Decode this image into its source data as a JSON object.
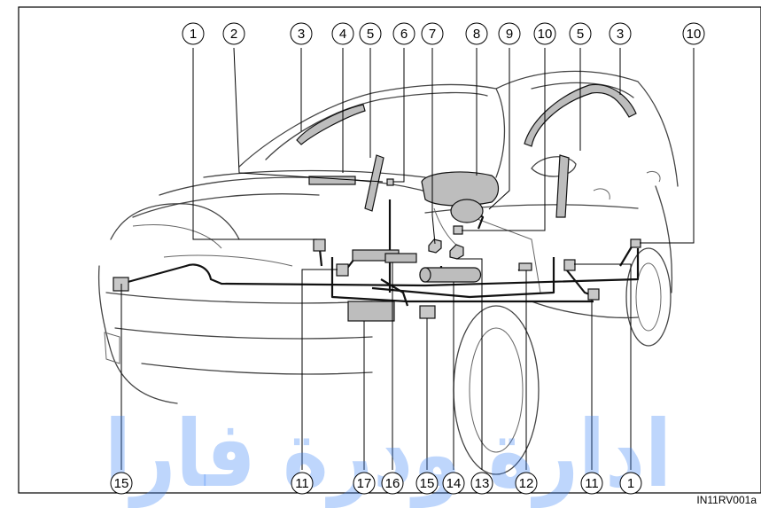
{
  "figure": {
    "reference_code": "IN11RV001a",
    "watermark_text": "ادارة ودرة فارا",
    "callouts_top": [
      "1",
      "2",
      "3",
      "4",
      "5",
      "6",
      "7",
      "8",
      "9",
      "10",
      "5",
      "3",
      "10"
    ],
    "callouts_bottom": [
      "15",
      "11",
      "17",
      "16",
      "15",
      "14",
      "13",
      "12",
      "11",
      "1"
    ]
  },
  "colors": {
    "part_fill": "#bdbdbd",
    "line": "#000000",
    "watermark": "#3b82f6"
  }
}
